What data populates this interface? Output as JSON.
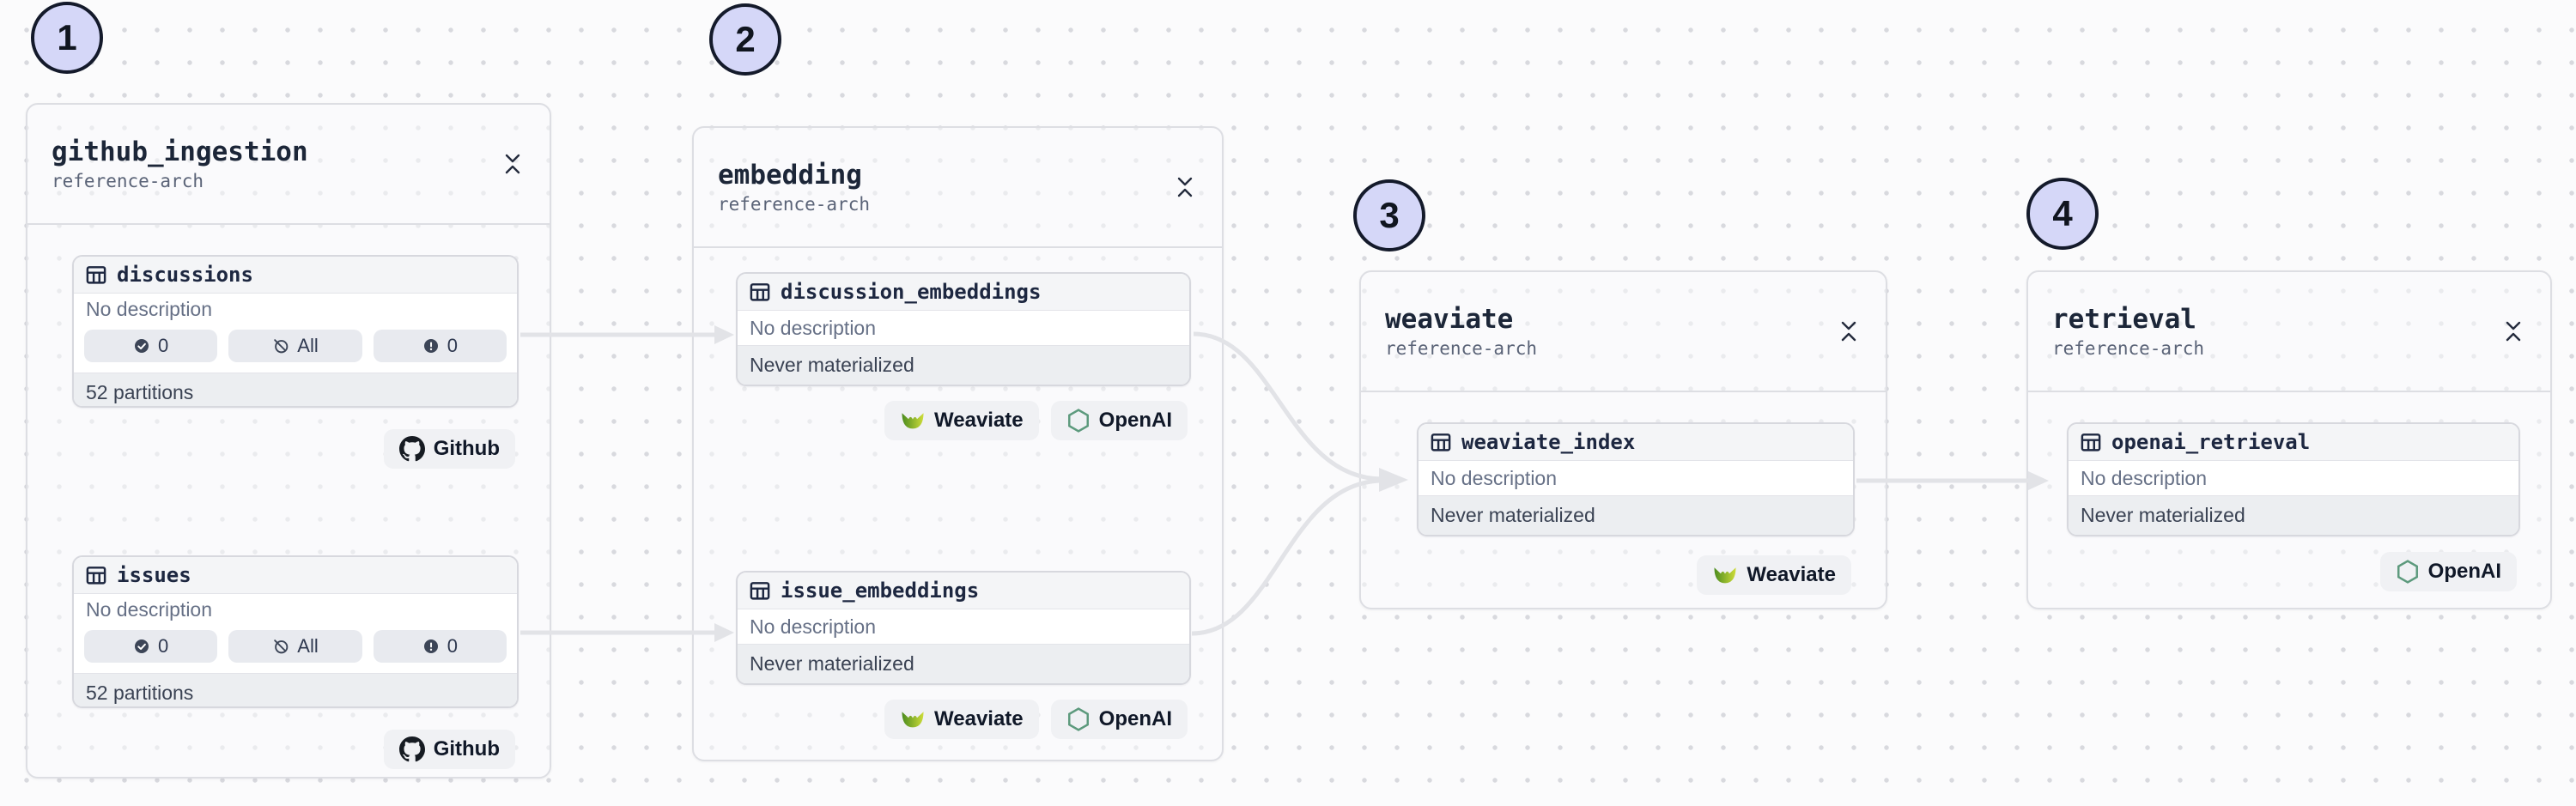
{
  "app": "asset-lineage-graph",
  "colors": {
    "canvas_bg": "#fbfbfc",
    "dot_grid": "#d8d9de",
    "edge": "#e2e3e7",
    "step_badge_fill": "#d5d7f8",
    "step_badge_border": "#141a2b",
    "node_header_bg": "#f4f5f7",
    "node_footer_bg": "#eceef1",
    "weaviate_green": "#4c8c1f",
    "weaviate_yellow": "#cddc39",
    "openai_green": "#5d9a7d"
  },
  "steps": [
    {
      "label": "1"
    },
    {
      "label": "2"
    },
    {
      "label": "3"
    },
    {
      "label": "4"
    }
  ],
  "groups": [
    {
      "title": "github_ingestion",
      "subtitle": "reference-arch",
      "nodes": [
        {
          "name": "discussions",
          "description": "No description",
          "pills": [
            {
              "icon": "check-circle",
              "label": "0"
            },
            {
              "icon": "slash-circle",
              "label": "All"
            },
            {
              "icon": "alert-circle",
              "label": "0"
            }
          ],
          "footer": "52 partitions",
          "tags": [
            "Github"
          ]
        },
        {
          "name": "issues",
          "description": "No description",
          "pills": [
            {
              "icon": "check-circle",
              "label": "0"
            },
            {
              "icon": "slash-circle",
              "label": "All"
            },
            {
              "icon": "alert-circle",
              "label": "0"
            }
          ],
          "footer": "52 partitions",
          "tags": [
            "Github"
          ]
        }
      ]
    },
    {
      "title": "embedding",
      "subtitle": "reference-arch",
      "nodes": [
        {
          "name": "discussion_embeddings",
          "description": "No description",
          "footer": "Never materialized",
          "tags": [
            "Weaviate",
            "OpenAI"
          ]
        },
        {
          "name": "issue_embeddings",
          "description": "No description",
          "footer": "Never materialized",
          "tags": [
            "Weaviate",
            "OpenAI"
          ]
        }
      ]
    },
    {
      "title": "weaviate",
      "subtitle": "reference-arch",
      "nodes": [
        {
          "name": "weaviate_index",
          "description": "No description",
          "footer": "Never materialized",
          "tags": [
            "Weaviate"
          ]
        }
      ]
    },
    {
      "title": "retrieval",
      "subtitle": "reference-arch",
      "nodes": [
        {
          "name": "openai_retrieval",
          "description": "No description",
          "footer": "Never materialized",
          "tags": [
            "OpenAI"
          ]
        }
      ]
    }
  ]
}
